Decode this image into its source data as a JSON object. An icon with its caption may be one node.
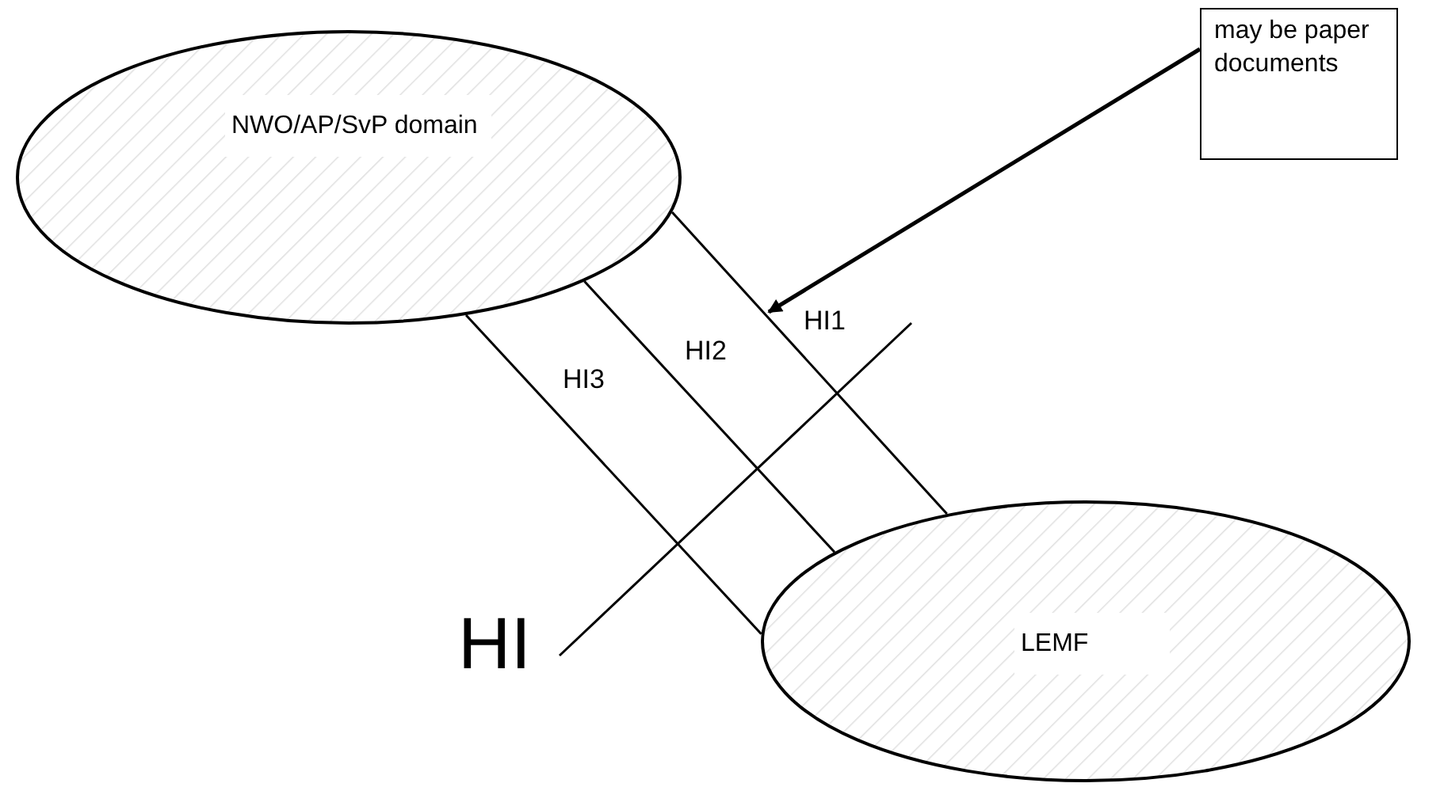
{
  "diagram": {
    "nodes": [
      {
        "text": [
          "NWO/AP/SvP domain"
        ]
      },
      {
        "text": [
          "LEMF"
        ]
      },
      {
        "text": [
          "may be paper documents"
        ]
      },
      {
        "text": [
          "HI"
        ]
      }
    ],
    "edges": [
      {
        "from": 0,
        "to": 1,
        "arrow": "none",
        "label": "HI1"
      },
      {
        "from": 0,
        "to": 1,
        "arrow": "none",
        "label": "HI2"
      },
      {
        "from": 0,
        "to": 1,
        "arrow": "none",
        "label": "HI3"
      },
      {
        "from": 3,
        "to": null,
        "arrow": "none"
      },
      {
        "from": 2,
        "to": null,
        "arrow": "to"
      }
    ]
  }
}
